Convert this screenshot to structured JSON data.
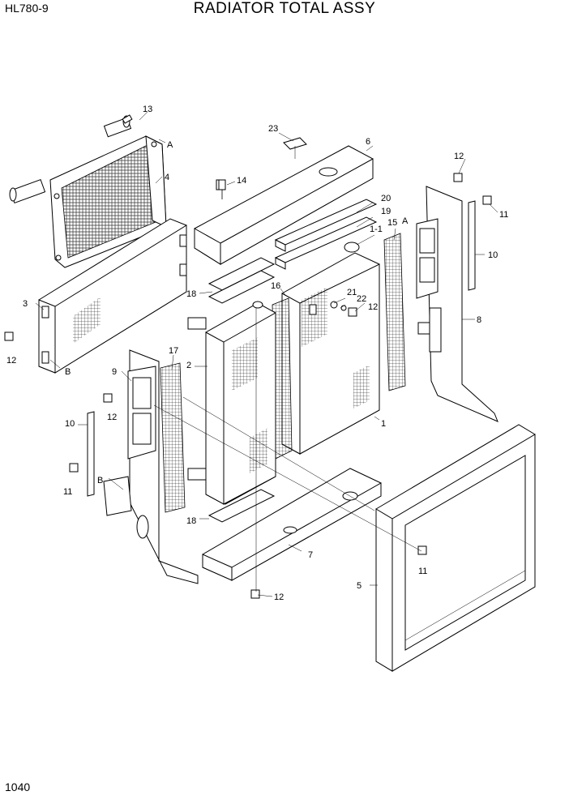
{
  "header": {
    "model": "HL780-9",
    "title": "RADIATOR TOTAL ASSY"
  },
  "footer": {
    "page_number": "1040"
  },
  "callouts": {
    "c13": "13",
    "cA_top": "A",
    "c4": "4",
    "c3": "3",
    "c12_left": "12",
    "cB_left": "B",
    "c23": "23",
    "c6": "6",
    "c14": "14",
    "c20": "20",
    "c19": "19",
    "c1_1": "1-1",
    "c15": "15",
    "c18_top": "18",
    "c16": "16",
    "c21": "21",
    "c22": "22",
    "c12_mid": "12",
    "c12_right_top": "12",
    "c11_right_top": "11",
    "cA_right": "A",
    "c10_right": "10",
    "c8": "8",
    "c17": "17",
    "c2": "2",
    "c9": "9",
    "c12_lower_left": "12",
    "c1": "1",
    "c10_left": "10",
    "c11_left": "11",
    "cB_lower": "B",
    "c18_bottom": "18",
    "c7": "7",
    "c11_right_bottom": "11",
    "c12_bottom": "12",
    "c5": "5"
  }
}
